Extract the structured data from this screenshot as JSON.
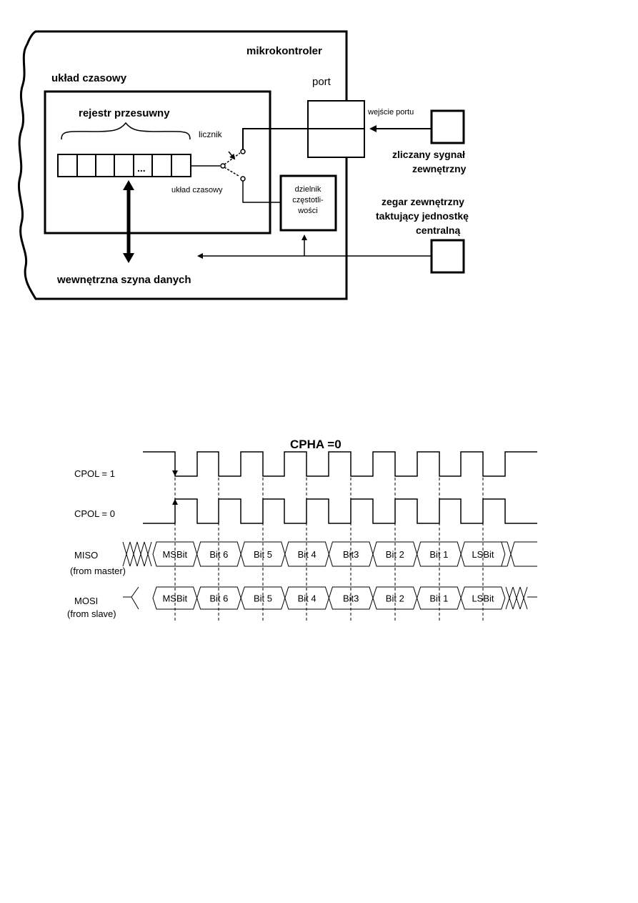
{
  "timer_diagram": {
    "mcu_label": "mikrokontroler",
    "timer_block_label": "układ czasowy",
    "shift_register_label": "rejestr przesuwny",
    "register_ellipsis": "...",
    "port_label": "port",
    "port_input_label": "wejście portu",
    "switch_counter_label": "licznik",
    "switch_timer_label": "układ czasowy",
    "divider_lines": [
      "dzielnik",
      "częstotli-",
      "wości"
    ],
    "external_signal_lines": [
      "zliczany sygnał",
      "zewnętrzny"
    ],
    "external_clock_lines": [
      "zegar zewnętrzny",
      "taktujący jednostkę",
      "centralną"
    ],
    "bus_label": "wewnętrzna szyna danych"
  },
  "spi_diagram": {
    "title": "CPHA =0",
    "cpol1_label": "CPOL = 1",
    "cpol0_label": "CPOL = 0",
    "miso_label": [
      "MISO",
      "(from master)"
    ],
    "mosi_label": [
      "MOSI",
      "(from slave)"
    ],
    "bits": [
      "MSBit",
      "Bit 6",
      "Bit 5",
      "Bit 4",
      "Bit3",
      "Bit 2",
      "Bit 1",
      "LSBit"
    ]
  }
}
